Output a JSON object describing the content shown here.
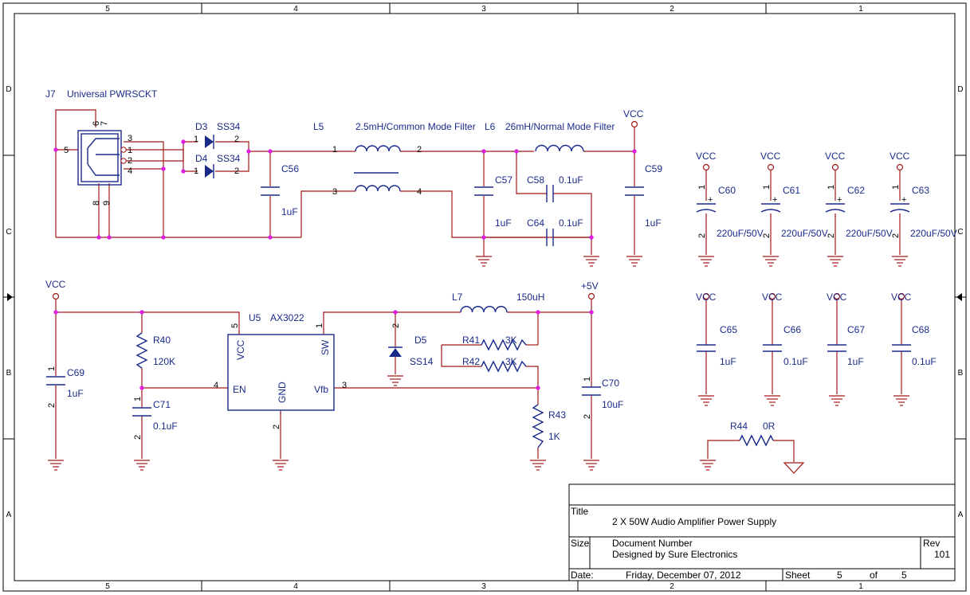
{
  "border": {
    "columns": [
      "5",
      "4",
      "3",
      "2",
      "1"
    ],
    "rows": [
      "D",
      "C",
      "B",
      "A"
    ]
  },
  "power_socket": {
    "ref": "J7",
    "value": "Universal PWRSCKT",
    "pins": [
      "6",
      "7",
      "5",
      "3",
      "1",
      "2",
      "4",
      "8",
      "9"
    ]
  },
  "diodes": [
    {
      "ref": "D3",
      "value": "SS34",
      "pin_a": "1",
      "pin_k": "2"
    },
    {
      "ref": "D4",
      "value": "SS34",
      "pin_a": "1",
      "pin_k": "2"
    },
    {
      "ref": "D5",
      "value": "SS14",
      "pin_a": "2"
    }
  ],
  "inductors": [
    {
      "ref": "L5",
      "value": "2.5mH/Common Mode Filter",
      "pins": [
        "1",
        "2",
        "3",
        "4"
      ]
    },
    {
      "ref": "L6",
      "value": "26mH/Normal Mode Filter"
    },
    {
      "ref": "L7",
      "value": "150uH"
    }
  ],
  "capacitors": [
    {
      "ref": "C56",
      "value": "1uF"
    },
    {
      "ref": "C57",
      "value": "1uF"
    },
    {
      "ref": "C58",
      "value": "0.1uF"
    },
    {
      "ref": "C64",
      "value": "0.1uF"
    },
    {
      "ref": "C59",
      "value": "1uF"
    },
    {
      "ref": "C60",
      "value": "220uF/50V"
    },
    {
      "ref": "C61",
      "value": "220uF/50V"
    },
    {
      "ref": "C62",
      "value": "220uF/50V"
    },
    {
      "ref": "C63",
      "value": "220uF/50V"
    },
    {
      "ref": "C65",
      "value": "1uF"
    },
    {
      "ref": "C66",
      "value": "0.1uF"
    },
    {
      "ref": "C67",
      "value": "1uF"
    },
    {
      "ref": "C68",
      "value": "0.1uF"
    },
    {
      "ref": "C69",
      "value": "1uF"
    },
    {
      "ref": "C70",
      "value": "10uF"
    },
    {
      "ref": "C71",
      "value": "0.1uF"
    }
  ],
  "resistors": [
    {
      "ref": "R40",
      "value": "120K"
    },
    {
      "ref": "R41",
      "value": "3K"
    },
    {
      "ref": "R42",
      "value": "3K"
    },
    {
      "ref": "R43",
      "value": "1K"
    },
    {
      "ref": "R44",
      "value": "0R"
    }
  ],
  "regulator": {
    "ref": "U5",
    "value": "AX3022",
    "pins": {
      "vcc": "VCC",
      "sw": "SW",
      "en": "EN",
      "gnd": "GND",
      "vfb": "Vfb"
    },
    "pin_numbers": {
      "vcc": "5",
      "sw": "1",
      "en": "4",
      "gnd": "2",
      "vfb": "3"
    }
  },
  "net_labels": {
    "vcc": "VCC",
    "plus5": "+5V"
  },
  "pin_labels": {
    "one": "1",
    "two": "2"
  },
  "title_block": {
    "title_label": "Title",
    "title": "2 X 50W Audio Amplifier Power Supply",
    "size_label": "Size",
    "doc_label": "Document Number",
    "doc_value": "Designed by Sure Electronics",
    "rev_label": "Rev",
    "rev_value": "101",
    "date_label": "Date:",
    "date_value": "Friday, December 07, 2012",
    "sheet_label": "Sheet",
    "sheet_value": "5",
    "of_label": "of",
    "sheet_total": "5"
  },
  "colors": {
    "wire": "#a01818",
    "component": "#1a2a8a",
    "junction": "#e020e0",
    "border": "#000000"
  }
}
